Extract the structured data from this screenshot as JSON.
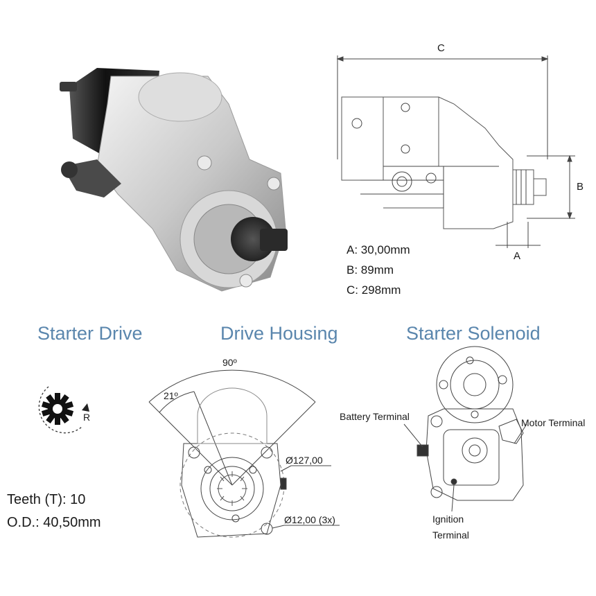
{
  "dimensions": {
    "label_a": "A",
    "label_b": "B",
    "label_c": "C",
    "a_value": "A: 30,00mm",
    "b_value": "B: 89mm",
    "c_value": "C: 298mm"
  },
  "sections": {
    "starter_drive": "Starter Drive",
    "drive_housing": "Drive Housing",
    "starter_solenoid": "Starter Solenoid"
  },
  "starter_drive": {
    "rotation_label": "R",
    "teeth": "Teeth (T):  10",
    "od": "O.D.: 40,50mm"
  },
  "drive_housing": {
    "angle_90": "90º",
    "angle_21": "21º",
    "diameter_127": "Ø127,00",
    "diameter_12": "Ø12,00 (3x)"
  },
  "solenoid": {
    "battery_terminal": "Battery Terminal",
    "motor_terminal": "Motor Terminal",
    "ignition_terminal_1": "Ignition",
    "ignition_terminal_2": "Terminal"
  },
  "colors": {
    "title_blue": "#5a86ad",
    "line_gray": "#555555"
  },
  "icons": [
    "gear-icon",
    "rotation-arrow-icon"
  ]
}
